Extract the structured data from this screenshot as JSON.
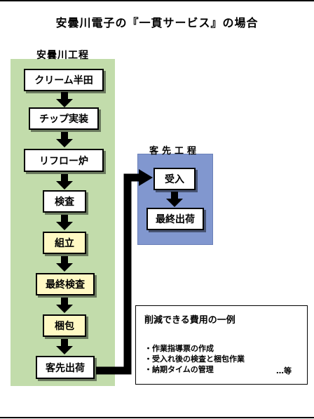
{
  "title": "安曇川電子の『一貫サービス』の場合",
  "left_process": {
    "title": "安曇川工程",
    "steps": [
      {
        "label": "クリーム半田",
        "highlight": false
      },
      {
        "label": "チップ実装",
        "highlight": false
      },
      {
        "label": "リフロー炉",
        "highlight": false
      },
      {
        "label": "検査",
        "highlight": false
      },
      {
        "label": "組立",
        "highlight": true
      },
      {
        "label": "最終検査",
        "highlight": true
      },
      {
        "label": "梱包",
        "highlight": true
      },
      {
        "label": "客先出荷",
        "highlight": false
      }
    ]
  },
  "right_process": {
    "title": "客先工程",
    "steps": [
      {
        "label": "受入"
      },
      {
        "label": "最終出荷"
      }
    ]
  },
  "cost_box": {
    "title": "削減できる費用の一例",
    "items": [
      "・作業指導票の作成",
      "・受入れ後の検査と梱包作業",
      "・納期タイムの管理"
    ],
    "etc": "…等"
  },
  "colors": {
    "left_panel": "#c2dcab",
    "right_panel": "#8197cf",
    "highlight_step": "#fff9c4"
  }
}
